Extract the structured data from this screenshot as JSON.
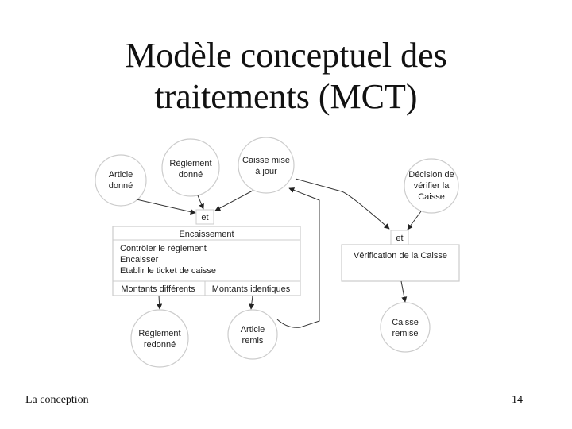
{
  "title_line1": "Modèle conceptuel des",
  "title_line2": "traitements (MCT)",
  "footer": {
    "left": "La conception",
    "page_number": "14"
  },
  "events": {
    "article_donne": [
      "Article",
      "donné"
    ],
    "reglement_donne": [
      "Règlement",
      "donné"
    ],
    "caisse_mise_a_jour": [
      "Caisse mise",
      "à jour"
    ],
    "decision_verifier": [
      "Décision de",
      "vérifier la",
      "Caisse"
    ],
    "reglement_redonne": [
      "Règlement",
      "redonné"
    ],
    "article_remis": [
      "Article",
      "remis"
    ],
    "caisse_remise": [
      "Caisse",
      "remise"
    ]
  },
  "synchro_label_1": "et",
  "synchro_label_2": "et",
  "operation_encaissement": {
    "name": "Encaissement",
    "actions": [
      "Contrôler le règlement",
      "Encaisser",
      "Etablir le ticket de caisse"
    ],
    "rules": [
      "Montants différents",
      "Montants identiques"
    ]
  },
  "operation_verification": {
    "name": "Vérification de la Caisse"
  }
}
